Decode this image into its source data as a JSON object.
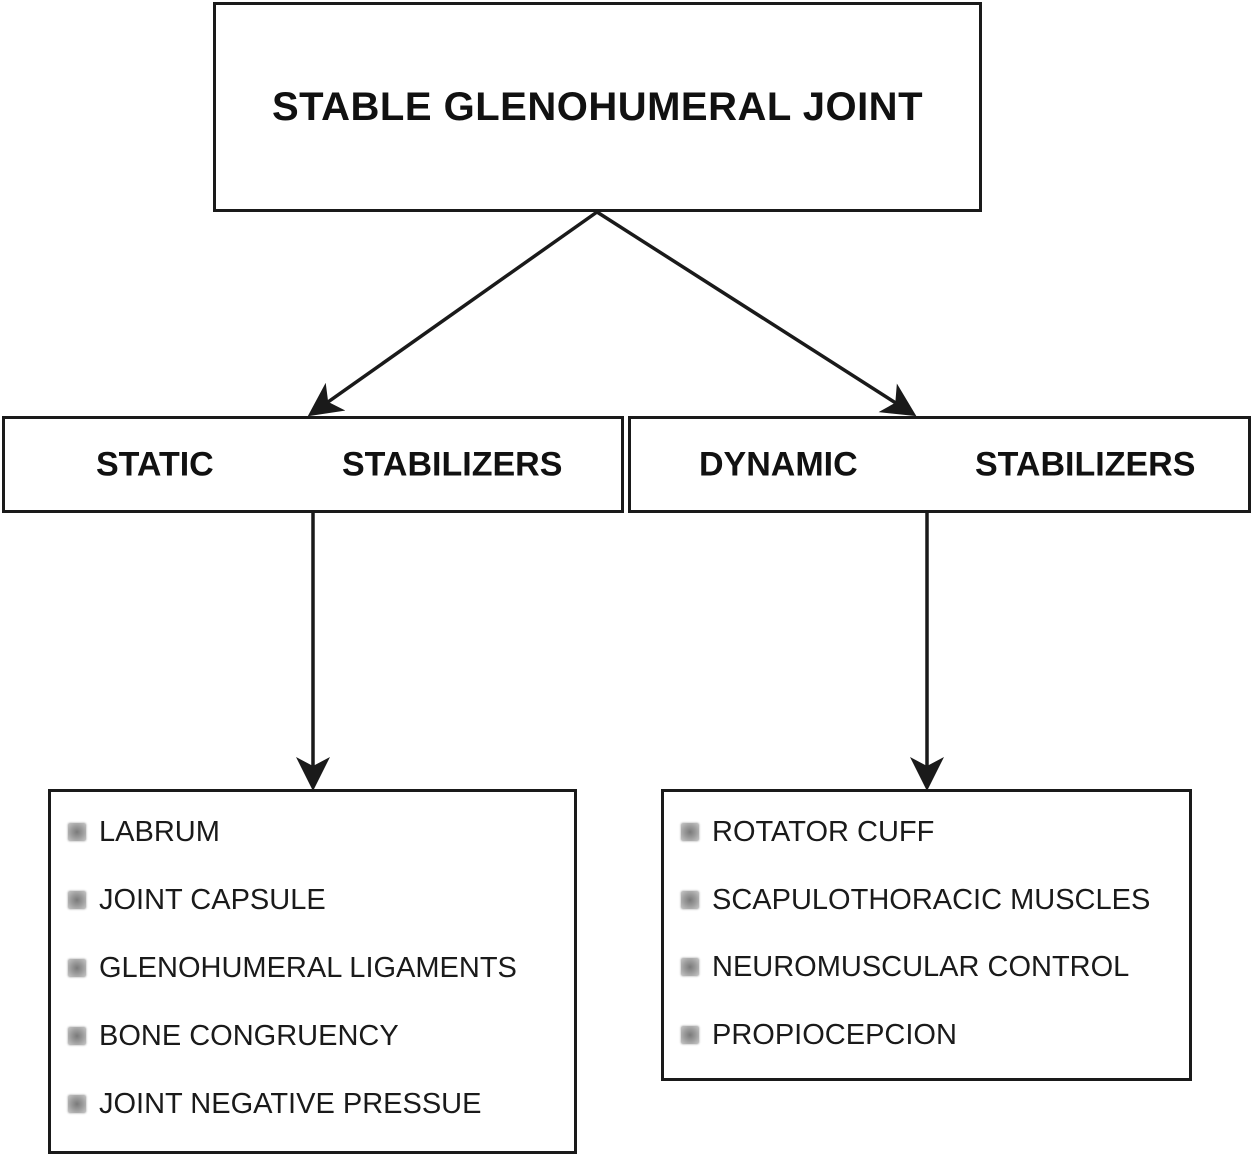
{
  "root": {
    "title": "STABLE GLENOHUMERAL JOINT"
  },
  "static": {
    "word1": "STATIC",
    "word2": "STABILIZERS",
    "items": [
      "LABRUM",
      "JOINT CAPSULE",
      "GLENOHUMERAL LIGAMENTS",
      "BONE CONGRUENCY",
      "JOINT NEGATIVE PRESSUE"
    ]
  },
  "dynamic": {
    "word1": "DYNAMIC",
    "word2": "STABILIZERS",
    "items": [
      "ROTATOR CUFF",
      "SCAPULOTHORACIC MUSCLES",
      "NEUROMUSCULAR CONTROL",
      "PROPIOCEPCION"
    ]
  },
  "colors": {
    "line": "#1a1a1a",
    "bullet": "#8c8c8c",
    "background": "#ffffff"
  }
}
